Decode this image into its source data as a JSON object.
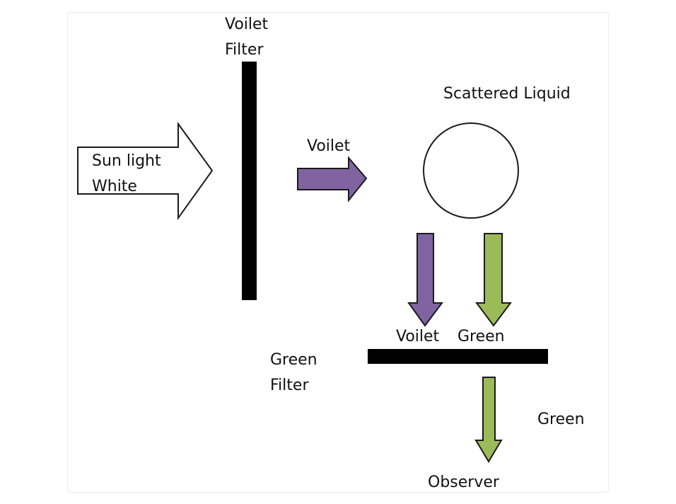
{
  "colors": {
    "violet": "#8064A2",
    "green": "#9BBB59",
    "filter": "#000000",
    "outline": "#1a1a1a"
  },
  "labels": {
    "violet_filter_line1": "Voilet",
    "violet_filter_line2": "Filter",
    "scattered_liquid": "Scattered Liquid",
    "violet_beam": "Voilet",
    "sunlight_line1": "Sun light",
    "sunlight_line2": "White",
    "scattered_violet": "Voilet",
    "scattered_green": "Green",
    "green_filter_line1": "Green",
    "green_filter_line2": "Filter",
    "transmitted_green": "Green",
    "observer": "Observer"
  }
}
